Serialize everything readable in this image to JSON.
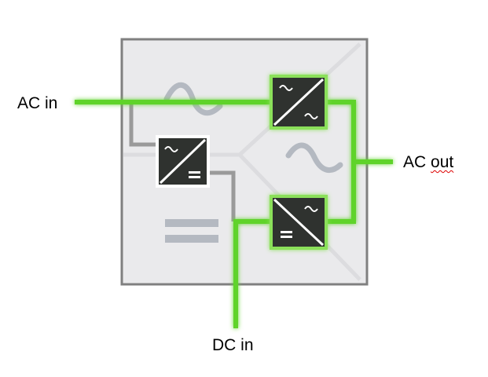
{
  "labels": {
    "ac_in": "AC in",
    "ac_out_word1": "AC",
    "ac_out_word2": "out",
    "dc_in": "DC in"
  },
  "colors": {
    "power_flow": "#5fd32a",
    "inactive_line": "#9a9a9a",
    "converter": "#2f322f",
    "panel": "#eaeaec",
    "panel_border": "#808080"
  },
  "converters": [
    {
      "name": "ac-ac-converter",
      "input": "~",
      "output": "~",
      "active": true
    },
    {
      "name": "ac-dc-converter",
      "input": "~",
      "output": "=",
      "active": false
    },
    {
      "name": "dc-ac-converter",
      "input": "=",
      "output": "~",
      "active": true
    }
  ]
}
